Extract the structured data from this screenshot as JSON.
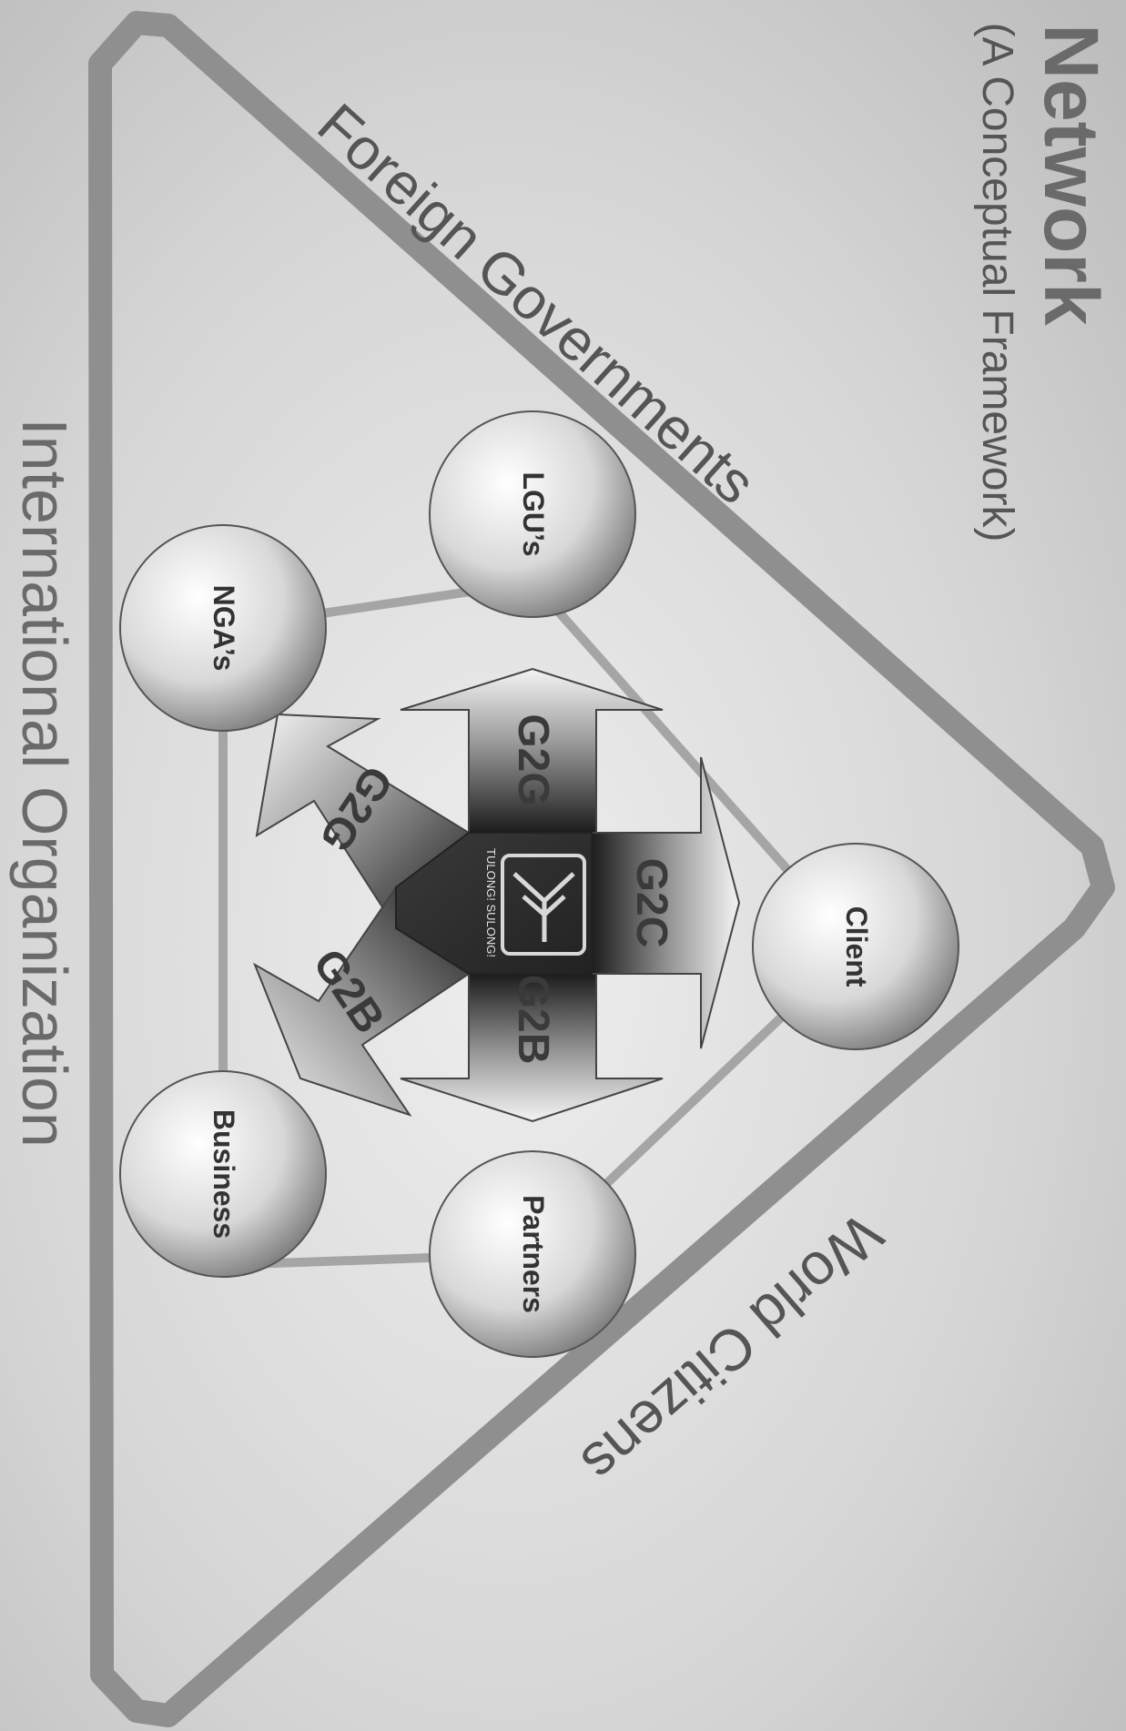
{
  "header": {
    "title": "Network",
    "subtitle": "(A Conceptual Framework)"
  },
  "outer_labels": {
    "top": "Foreign Governments",
    "right": "World Citizens",
    "bottom": "International Organization"
  },
  "nodes": {
    "lgus": "LGU’s",
    "ngas": "NGA’s",
    "client": "Client",
    "business": "Business",
    "partners": "Partners"
  },
  "arrows": {
    "g2g_lgu": "G2G",
    "g2g_nga": "G2G",
    "g2c_client": "G2C",
    "g2b_partners": "G2B",
    "g2b_business": "G2B"
  },
  "center": {
    "logo_text": "TULONG! SULONG!"
  },
  "colors": {
    "background": "#cfcfcf",
    "triangle_stroke": "#8f8f8f",
    "pentagon_stroke": "#a3a3a3",
    "center_dark": "#2e2e2e"
  }
}
